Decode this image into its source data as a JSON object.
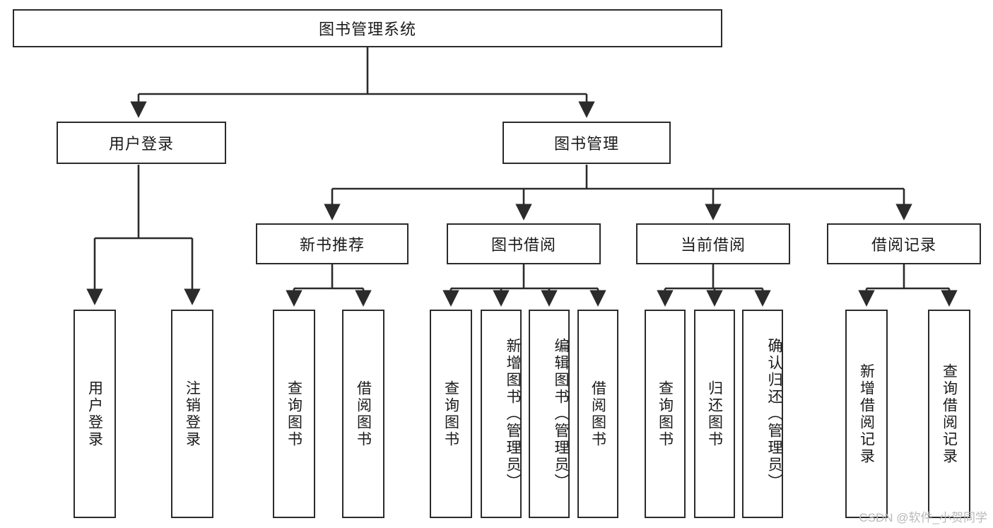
{
  "diagram": {
    "type": "tree-hierarchy",
    "title_node": {
      "label": "图书管理系统"
    },
    "level2": [
      {
        "id": "user-login",
        "label": "用户登录"
      },
      {
        "id": "book-management",
        "label": "图书管理"
      }
    ],
    "level3": [
      {
        "id": "new-book-recommend",
        "label": "新书推荐"
      },
      {
        "id": "book-borrow",
        "label": "图书借阅"
      },
      {
        "id": "current-borrow",
        "label": "当前借阅"
      },
      {
        "id": "borrow-record",
        "label": "借阅记录"
      }
    ],
    "leaves": [
      {
        "id": "leaf-user-login",
        "label": "用户登录",
        "parent": "user-login"
      },
      {
        "id": "leaf-logout-login",
        "label": "注销登录",
        "parent": "user-login"
      },
      {
        "id": "leaf-query-book-1",
        "label": "查询图书",
        "parent": "new-book-recommend"
      },
      {
        "id": "leaf-borrow-book-1",
        "label": "借阅图书",
        "parent": "new-book-recommend"
      },
      {
        "id": "leaf-query-book-2",
        "label": "查询图书",
        "parent": "book-borrow"
      },
      {
        "id": "leaf-add-book",
        "label": "新增图书（管理员）",
        "parent": "book-borrow"
      },
      {
        "id": "leaf-edit-book",
        "label": "编辑图书（管理员）",
        "parent": "book-borrow"
      },
      {
        "id": "leaf-borrow-book-2",
        "label": "借阅图书",
        "parent": "book-borrow"
      },
      {
        "id": "leaf-query-book-3",
        "label": "查询图书",
        "parent": "current-borrow"
      },
      {
        "id": "leaf-return-book",
        "label": "归还图书",
        "parent": "current-borrow"
      },
      {
        "id": "leaf-confirm-return",
        "label": "确认归还（管理员）",
        "parent": "current-borrow"
      },
      {
        "id": "leaf-add-record",
        "label": "新增借阅记录",
        "parent": "borrow-record"
      },
      {
        "id": "leaf-query-record",
        "label": "查询借阅记录",
        "parent": "borrow-record"
      }
    ]
  },
  "watermark": {
    "text": "CSDN @软件_小贺同学"
  },
  "colors": {
    "stroke": "#2b2b2b",
    "box_fill": "#ffffff",
    "text": "#1a1a1a",
    "watermark": "#b9b9b9",
    "background": "#ffffff"
  }
}
